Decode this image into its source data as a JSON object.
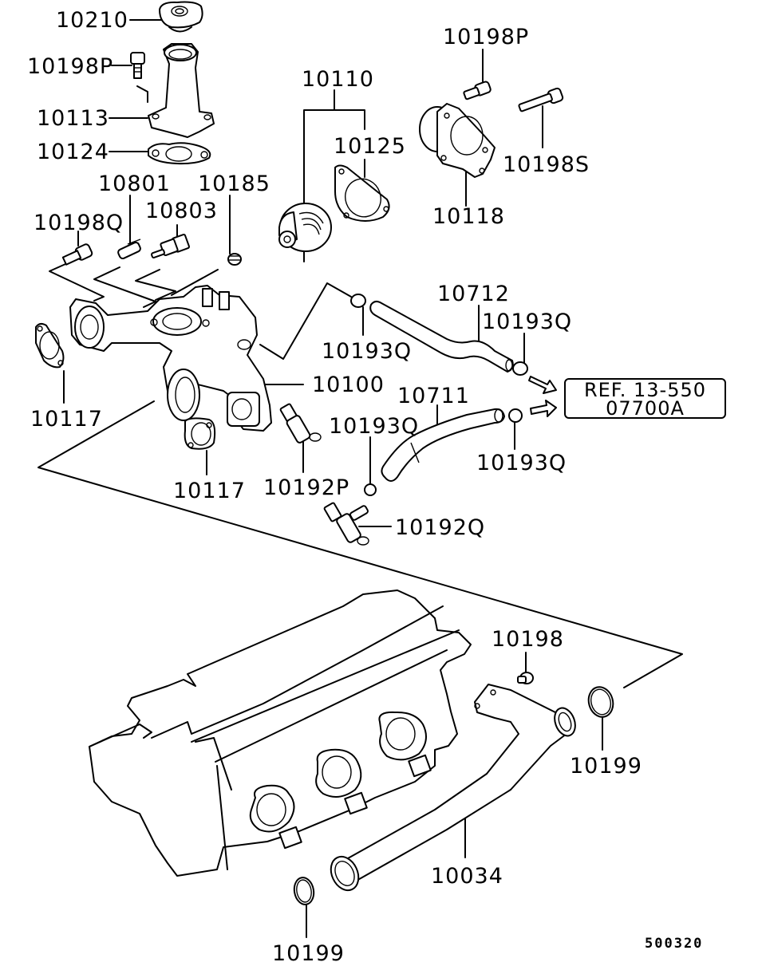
{
  "diagram": {
    "title": "Water outlet / thermostat / water pipe parts diagram",
    "illustration_code": "500320",
    "reference_box": {
      "line1": "REF. 13-550",
      "line2": "07700A"
    },
    "labels": {
      "p10210": "10210",
      "p10198P_a": "10198P",
      "p10113": "10113",
      "p10124": "10124",
      "p10801": "10801",
      "p10185": "10185",
      "p10803": "10803",
      "p10198Q": "10198Q",
      "p10110": "10110",
      "p10125": "10125",
      "p10198P_b": "10198P",
      "p10198S": "10198S",
      "p10118": "10118",
      "p10712": "10712",
      "p10193Q_a": "10193Q",
      "p10193Q_b": "10193Q",
      "p10100": "10100",
      "p10711": "10711",
      "p10193Q_c": "10193Q",
      "p10193Q_d": "10193Q",
      "p10117_a": "10117",
      "p10117_b": "10117",
      "p10192P": "10192P",
      "p10192Q": "10192Q",
      "p10198": "10198",
      "p10199_a": "10199",
      "p10034": "10034",
      "p10199_b": "10199"
    },
    "parts": [
      {
        "number": "10210",
        "name": "radiator-cap"
      },
      {
        "number": "10198P",
        "name": "bolt"
      },
      {
        "number": "10113",
        "name": "water-outlet-fitting"
      },
      {
        "number": "10124",
        "name": "gasket"
      },
      {
        "number": "10801",
        "name": "sensor"
      },
      {
        "number": "10803",
        "name": "temperature-sensor"
      },
      {
        "number": "10185",
        "name": "plug"
      },
      {
        "number": "10198Q",
        "name": "bolt"
      },
      {
        "number": "10110",
        "name": "thermostat-assembly"
      },
      {
        "number": "10125",
        "name": "thermostat-gasket"
      },
      {
        "number": "10118",
        "name": "thermostat-case"
      },
      {
        "number": "10198S",
        "name": "bolt"
      },
      {
        "number": "10100",
        "name": "water-outlet-manifold"
      },
      {
        "number": "10117",
        "name": "gasket"
      },
      {
        "number": "10192P",
        "name": "hose-nipple"
      },
      {
        "number": "10192Q",
        "name": "hose-nipple"
      },
      {
        "number": "10193Q",
        "name": "hose-clamp"
      },
      {
        "number": "10711",
        "name": "hose"
      },
      {
        "number": "10712",
        "name": "hose"
      },
      {
        "number": "10198",
        "name": "bolt"
      },
      {
        "number": "10199",
        "name": "o-ring"
      },
      {
        "number": "10034",
        "name": "water-pipe"
      }
    ]
  }
}
